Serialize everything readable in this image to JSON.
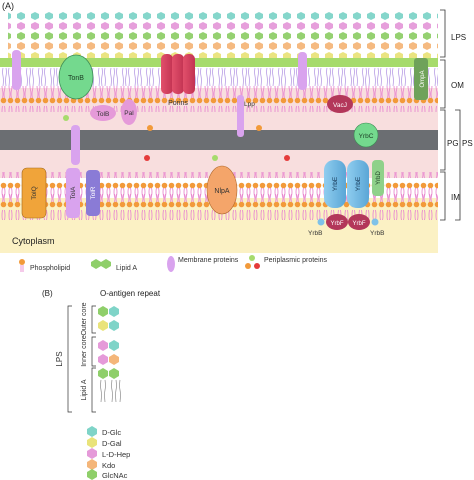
{
  "panel_a": {
    "label": "(A)",
    "region_labels": {
      "lps": "LPS",
      "om": "OM",
      "pg": "PG",
      "ps": "PS",
      "im": "IM",
      "cytoplasm": "Cytoplasm"
    },
    "proteins": {
      "tonb": "TonB",
      "tolb": "TolB",
      "pal": "Pal",
      "porins": "Porins",
      "lpp": "Lpp",
      "vacj": "VacJ",
      "ompa": "OmpA",
      "yrbc": "YrbC",
      "tolq": "TolQ",
      "tola": "TolA",
      "tolr": "TolR",
      "nlpa": "NlpA",
      "yrbe": "YrbE",
      "yrbd": "YrbD",
      "yrbb": "YrbB",
      "yrbf": "YrbF"
    },
    "legend": {
      "phospholipid": "Phospholipid",
      "lipid_a": "Lipid A",
      "membrane_proteins": "Membrane proteins",
      "periplasmic_proteins": "Periplasmic proteins"
    }
  },
  "panel_b": {
    "label": "(B)",
    "o_antigen": "O-antigen repeat",
    "outer_core": "Outer core",
    "inner_core": "Inner core",
    "lipid_a": "Lipid A",
    "lps": "LPS",
    "sugars": [
      {
        "name": "D-Glc",
        "color": "#7fd4c8",
        "shape": "hexagon"
      },
      {
        "name": "D-Gal",
        "color": "#e9e37a",
        "shape": "hexagon"
      },
      {
        "name": "L-D-Hep",
        "color": "#e59ad9",
        "shape": "hexagon"
      },
      {
        "name": "Kdo",
        "color": "#f4b67a",
        "shape": "hexagon"
      },
      {
        "name": "GlcNAc",
        "color": "#8fcf6a",
        "shape": "hexagon"
      }
    ]
  },
  "colors": {
    "outer_membrane": "#a6db6c",
    "phospholipid_head": "#f29a3a",
    "periplasm": "#f8dede",
    "peptidoglycan": "#6b6e72",
    "cytoplasm": "#fbf1c4",
    "membrane_protein": "#d9a3ee",
    "tonb": "#74d98e",
    "porins": "#e2506b",
    "yrbe": "#7fc2e8",
    "yrbf": "#b3375a",
    "yrbd": "#8fd18a",
    "tolq": "#f0a43a",
    "tolr": "#8a7bd6",
    "nlpa": "#f4a56a"
  }
}
